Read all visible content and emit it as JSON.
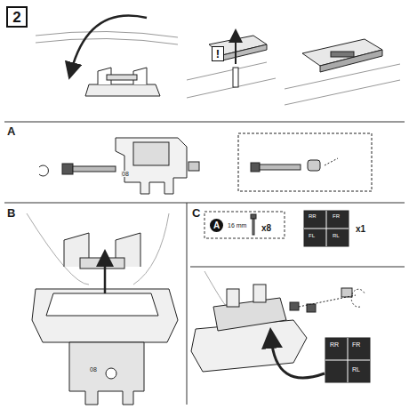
{
  "diagram": {
    "nodes": [
      {
        "text": [
          "2"
        ]
      },
      {
        "text": [
          "!"
        ]
      },
      {
        "text": [
          "A"
        ]
      }
    ],
    "labels": [
      "A",
      "08",
      "B",
      "08",
      "C",
      "16 mm",
      "x8",
      "RR",
      "FR",
      "FL",
      "RL",
      "x1",
      "RR",
      "FR",
      "RL"
    ]
  }
}
